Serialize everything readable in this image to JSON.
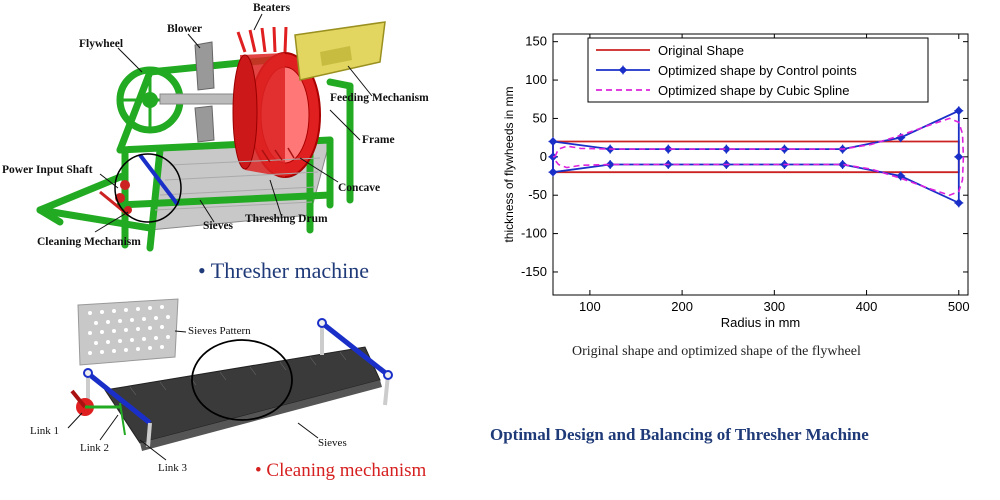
{
  "thresher_labels": {
    "flywheel": "Flywheel",
    "blower": "Blower",
    "beaters": "Beaters",
    "feeding": "Feeding Mechanism",
    "frame": "Frame",
    "concave": "Concave",
    "drum": "Threshing Drum",
    "sieves": "Sieves",
    "power": "Power Input Shaft",
    "cleaning": "Cleaning Mechanism"
  },
  "thresher_bullet": "• Thresher machine",
  "cleaning_labels": {
    "pattern": "Sieves Pattern",
    "sieves": "Sieves",
    "link1": "Link 1",
    "link2": "Link 2",
    "link3": "Link 3"
  },
  "cleaning_bullet": "• Cleaning mechanism",
  "caption": "Original shape and optimized shape of the flywheel",
  "page_title": "Optimal Design and Balancing of Thresher Machine",
  "colors": {
    "red": "#cc2222",
    "blue": "#1a2fc8",
    "magenta": "#dd22dd",
    "navy": "#1f3a78"
  },
  "chart_data": {
    "type": "line",
    "xlabel": "Radius in mm",
    "ylabel": "thickness of flywheeds in mm",
    "xlim": [
      60,
      510
    ],
    "ylim": [
      -180,
      160
    ],
    "xticks": [
      100,
      200,
      300,
      400,
      500
    ],
    "yticks": [
      150,
      100,
      50,
      0,
      -50,
      -100,
      -150
    ],
    "grid": false,
    "legend_position": "top",
    "series": [
      {
        "name": "Original Shape",
        "color": "#cc2222",
        "style": "solid",
        "markers": false,
        "x": [
          60,
          500,
          500,
          60,
          60
        ],
        "y": [
          20,
          20,
          -20,
          -20,
          20
        ]
      },
      {
        "name": "Optimized shape by Control points",
        "color": "#1a2fc8",
        "style": "solid",
        "markers": true,
        "x": [
          60,
          60,
          122,
          185,
          248,
          311,
          374,
          437,
          500,
          500,
          500,
          437,
          374,
          311,
          248,
          185,
          122,
          60,
          60
        ],
        "y": [
          0,
          20,
          10,
          10,
          10,
          10,
          10,
          25,
          60,
          0,
          -60,
          -25,
          -10,
          -10,
          -10,
          -10,
          -10,
          -20,
          0
        ]
      },
      {
        "name": "Optimized shape by Cubic Spline",
        "color": "#dd22dd",
        "style": "dashed",
        "markers": false,
        "x": [
          62,
          66,
          75,
          90,
          122,
          185,
          248,
          311,
          374,
          405,
          437,
          470,
          490,
          500,
          504,
          505,
          504,
          500,
          490,
          470,
          437,
          405,
          374,
          311,
          248,
          185,
          122,
          90,
          75,
          66,
          62,
          61,
          62
        ],
        "y": [
          0,
          10,
          14,
          11,
          10,
          10,
          10,
          10,
          10,
          16,
          28,
          42,
          50,
          45,
          30,
          0,
          -30,
          -45,
          -50,
          -42,
          -28,
          -16,
          -10,
          -10,
          -10,
          -10,
          -10,
          -11,
          -14,
          -10,
          -4,
          0,
          0
        ]
      }
    ]
  }
}
